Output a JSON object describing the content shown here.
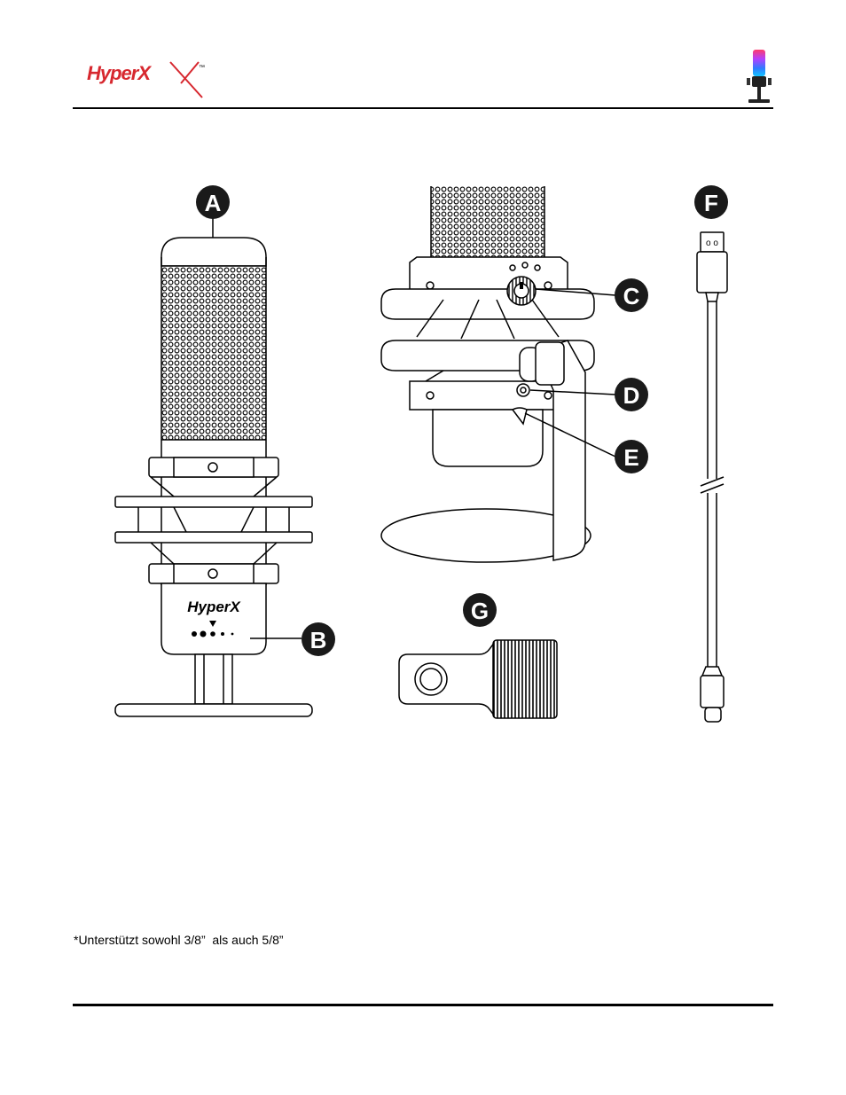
{
  "brand": {
    "name": "HyperX",
    "trademark": "™",
    "product_logo_on_mic": "HyperX"
  },
  "callouts": {
    "a": "A",
    "b": "B",
    "c": "C",
    "d": "D",
    "e": "E",
    "f": "F",
    "g": "G"
  },
  "usb_plug_mark": "o o",
  "footnote": "*Unterstützt sowohl 3/8”  als auch 5/8”",
  "colors": {
    "brand_red": "#d7282f",
    "line": "#000000",
    "callout_fill": "#1a1a1a"
  },
  "icons": {
    "product_thumbnail": "rgb-microphone-icon"
  }
}
